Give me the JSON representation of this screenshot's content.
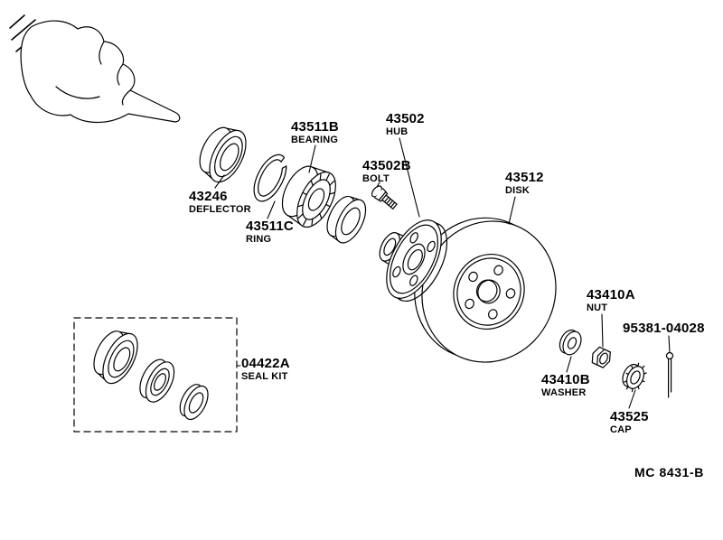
{
  "diagram": {
    "doc_number": "MC 8431-B",
    "colors": {
      "line": "#000000",
      "background": "#ffffff"
    },
    "parts": {
      "deflector": {
        "number": "43246",
        "name": "DEFLECTOR"
      },
      "bearing": {
        "number": "43511B",
        "name": "BEARING"
      },
      "snap_ring": {
        "number": "43511C",
        "name": "RING"
      },
      "hub": {
        "number": "43502",
        "name": "HUB"
      },
      "hub_bolt": {
        "number": "43502B",
        "name": "BOLT"
      },
      "disk": {
        "number": "43512",
        "name": "DISK"
      },
      "nut": {
        "number": "43410A",
        "name": "NUT"
      },
      "washer": {
        "number": "43410B",
        "name": "WASHER"
      },
      "cotter_pin": {
        "number": "95381-04028",
        "name": ""
      },
      "cap": {
        "number": "43525",
        "name": "CAP"
      },
      "seal_kit": {
        "number": "04422A",
        "name": "SEAL KIT"
      }
    }
  }
}
